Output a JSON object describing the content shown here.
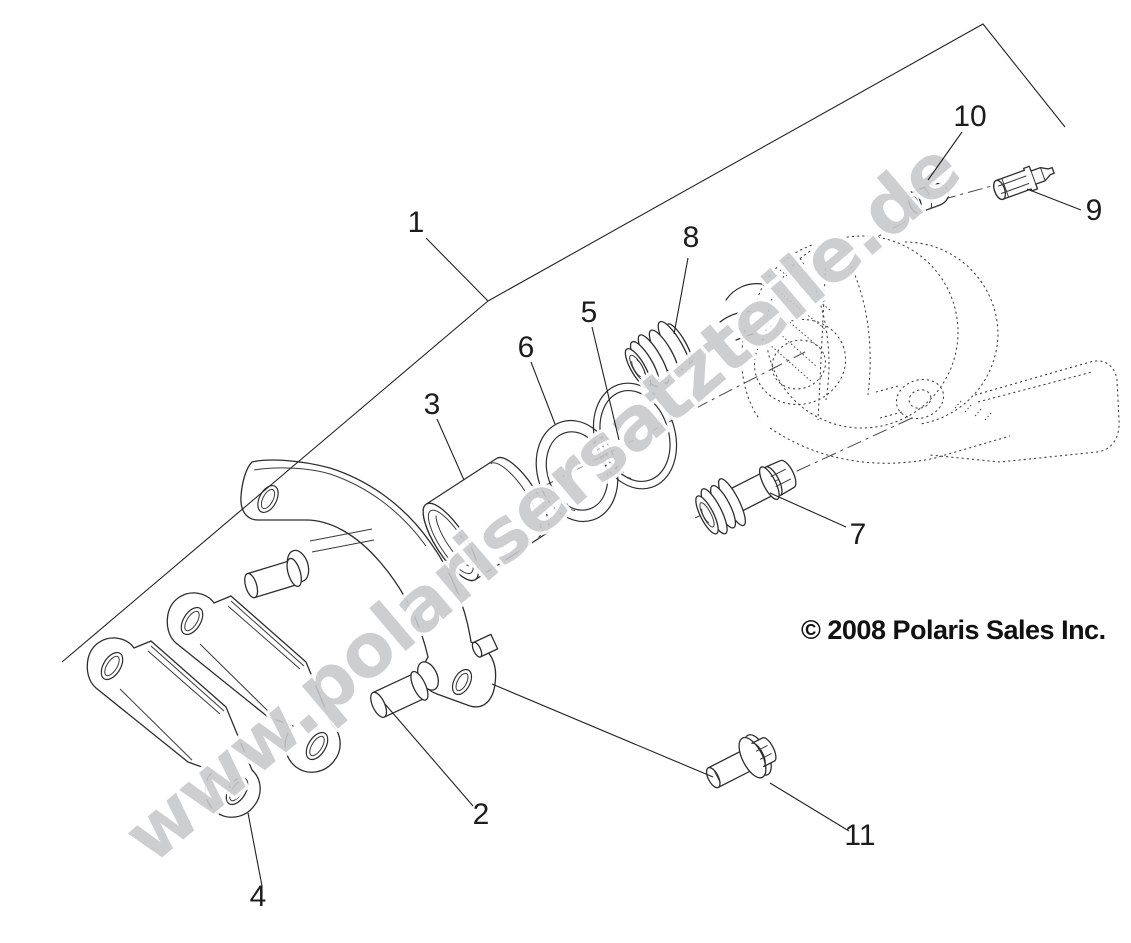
{
  "diagram": {
    "kind": "exploded-parts-diagram",
    "subject": "brake caliper assembly",
    "copyright": "© 2008 Polaris Sales Inc.",
    "watermark": "www.polarisersatzteile.de",
    "callouts": {
      "c1": {
        "label": "1"
      },
      "c2": {
        "label": "2"
      },
      "c3": {
        "label": "3"
      },
      "c4": {
        "label": "4"
      },
      "c5": {
        "label": "5"
      },
      "c6": {
        "label": "6"
      },
      "c7": {
        "label": "7"
      },
      "c8": {
        "label": "8"
      },
      "c9": {
        "label": "9"
      },
      "c10": {
        "label": "10"
      },
      "c11": {
        "label": "11"
      }
    }
  },
  "colors": {
    "background": "#ffffff",
    "line": "#2d2d2d",
    "watermark_fill": "#c5c7c9",
    "label_text": "#1c1c1c"
  }
}
